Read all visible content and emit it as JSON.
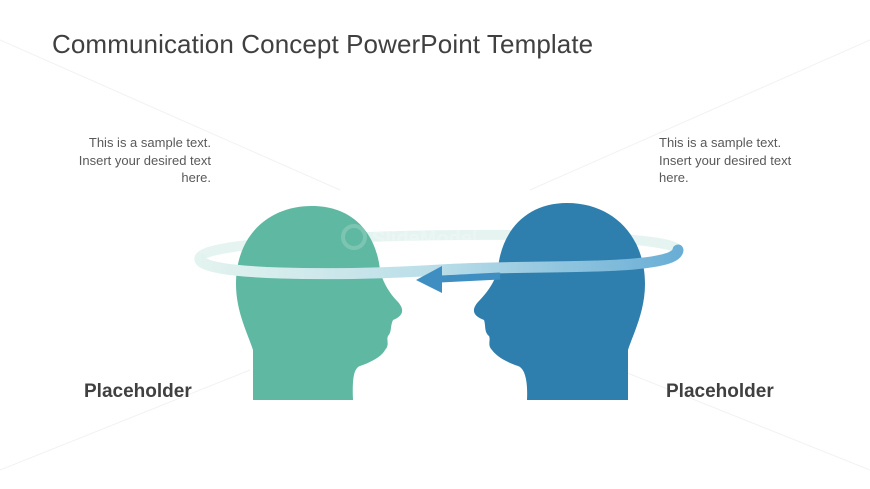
{
  "slide": {
    "title": "Communication Concept PowerPoint Template",
    "left_text": "This is a sample text. Insert your desired text here.",
    "right_text": "This is a sample text. Insert your desired text here.",
    "left_label": "Placeholder",
    "right_label": "Placeholder",
    "watermark": "SlideModel"
  },
  "colors": {
    "left_head": "#5fb8a2",
    "right_head": "#2f7fae",
    "ring_light": "#d6eeea",
    "ring_blue": "#6aaed6",
    "title_text": "#404040",
    "body_text": "#595959"
  },
  "icons": {
    "left_head": "head-profile-facing-right",
    "right_head": "head-profile-facing-left",
    "arrow": "curved-arrow-left"
  }
}
